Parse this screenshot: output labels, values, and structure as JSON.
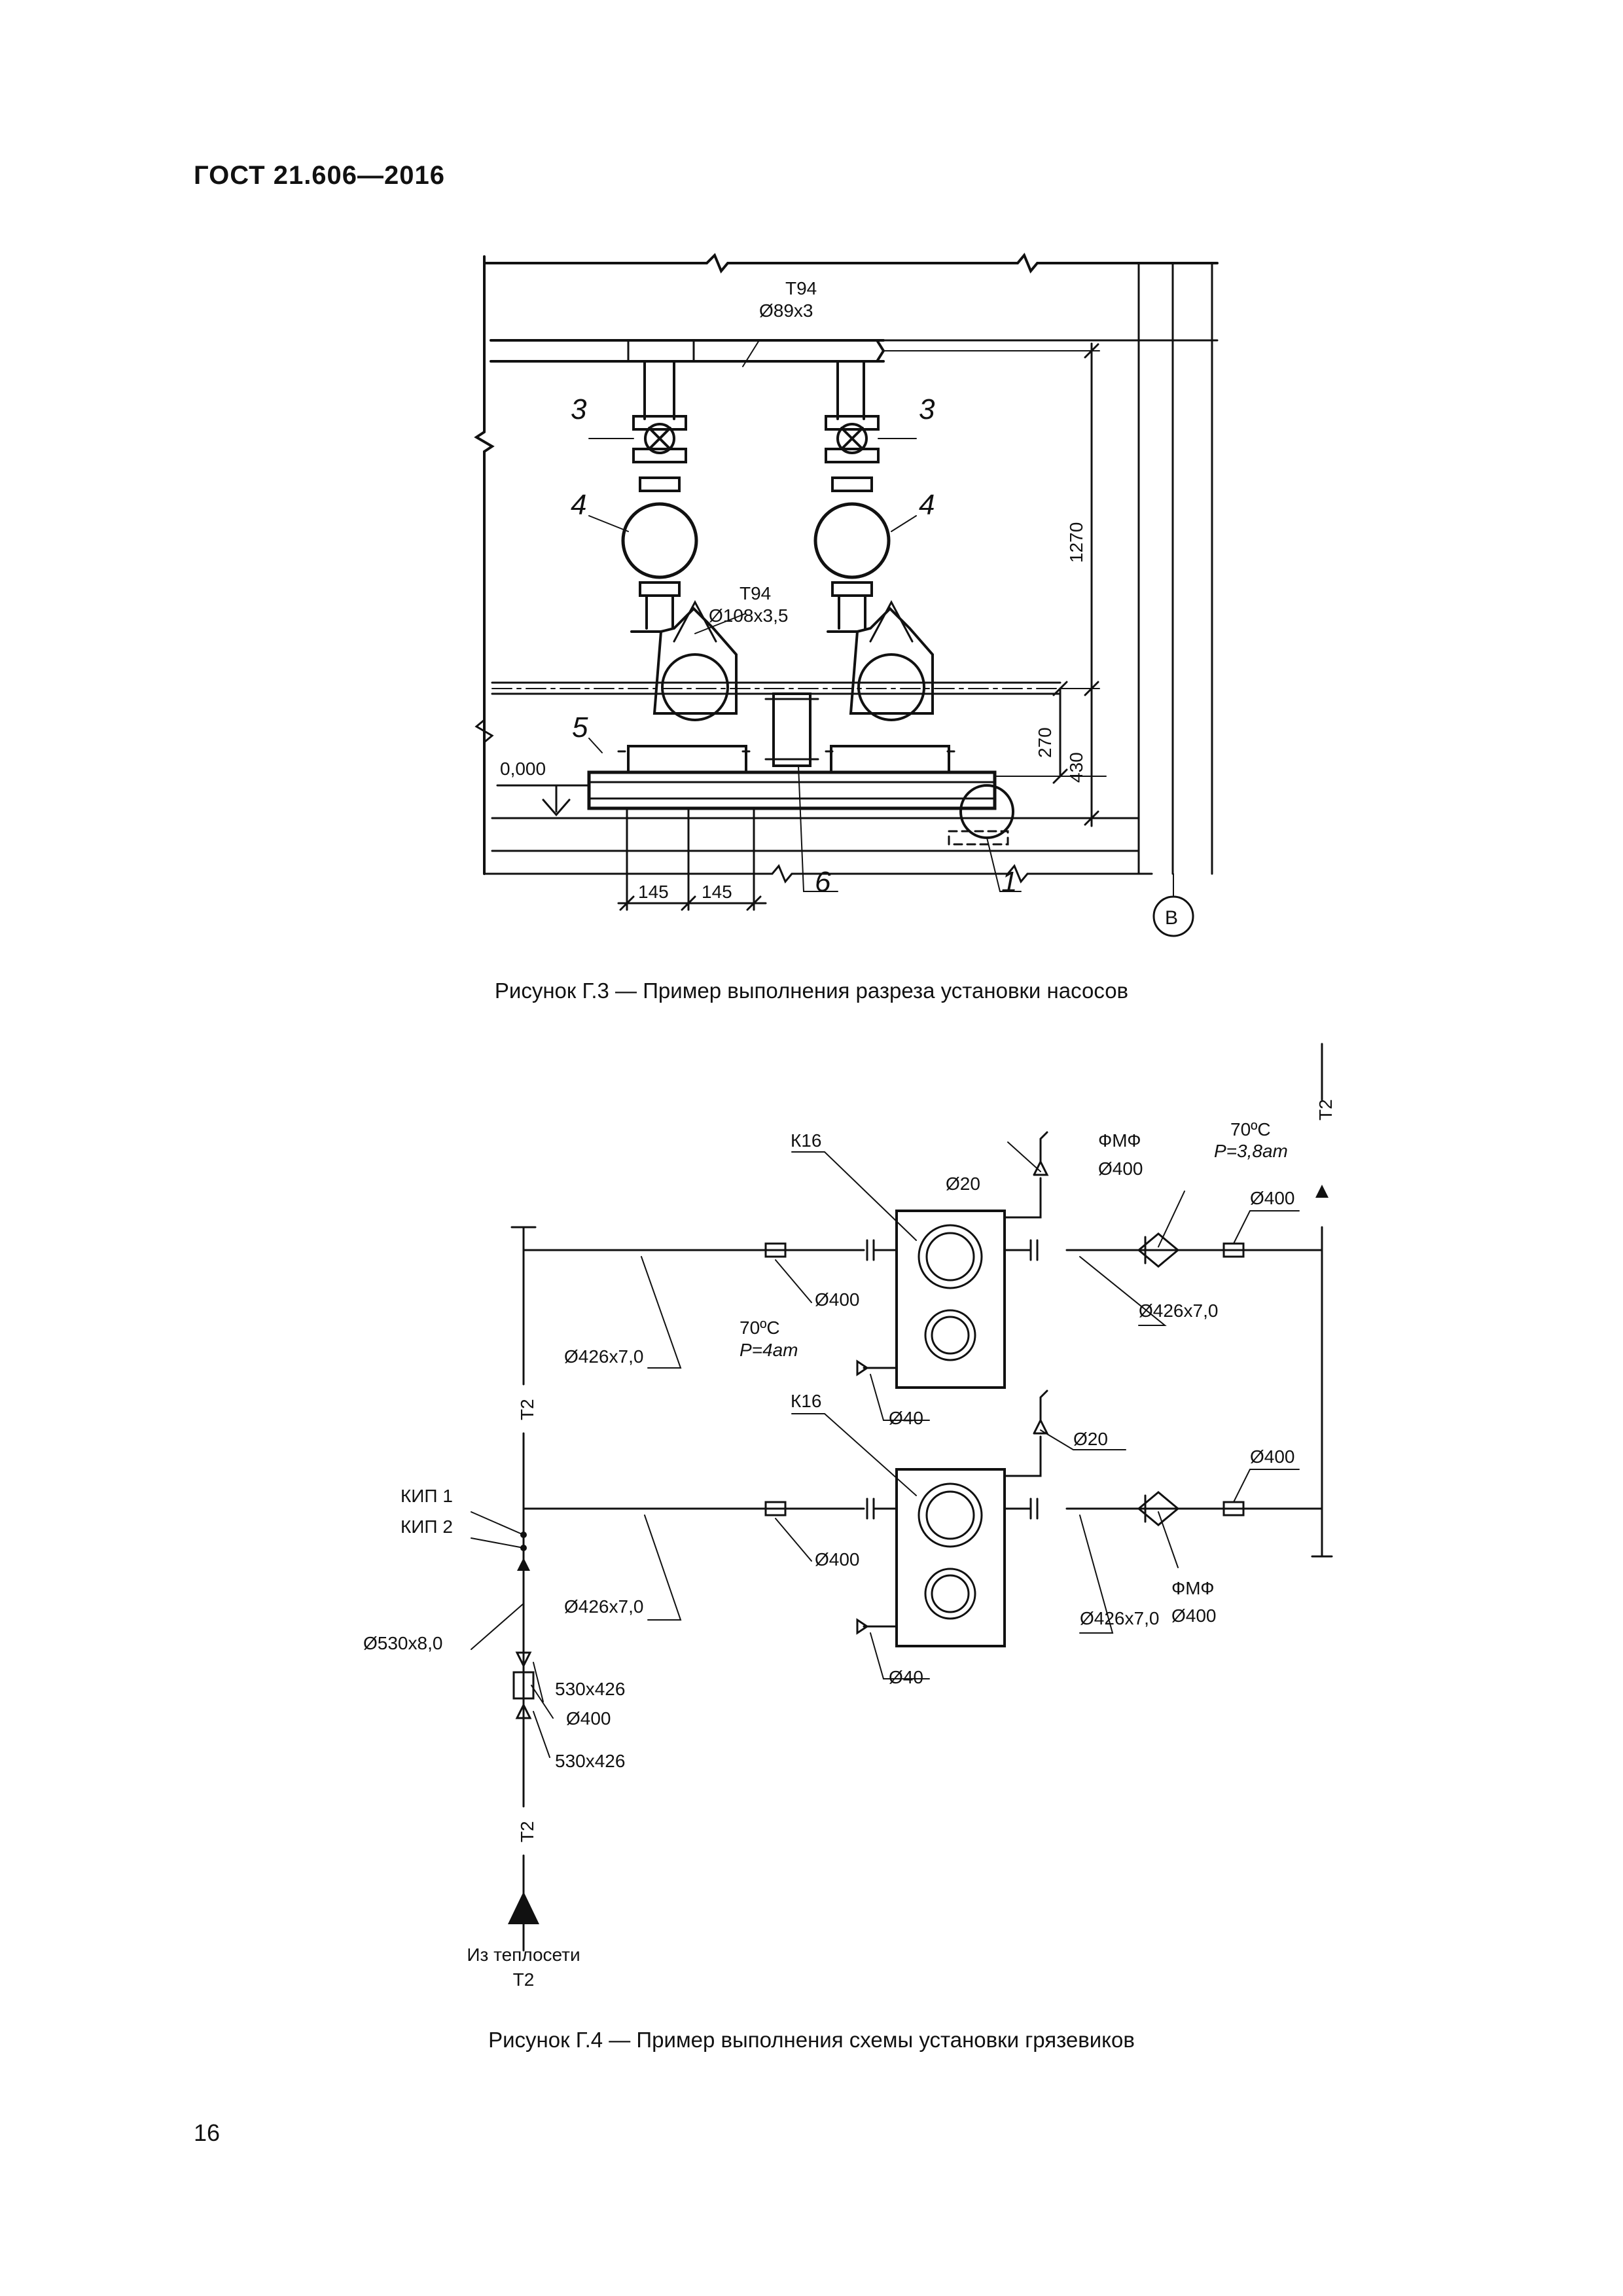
{
  "header": {
    "standard": "ГОСТ  21.606—2016"
  },
  "fig3": {
    "caption": "Рисунок Г.3 — Пример выполнения разреза установки насосов",
    "pipe_top_code": "Т94",
    "pipe_top_size": "Ø89х3",
    "pipe_mid_code": "Т94",
    "pipe_mid_size": "Ø108х3,5",
    "dim_1270": "1270",
    "dim_270": "270",
    "dim_430": "430",
    "dim_145_a": "145",
    "dim_145_b": "145",
    "level": "0,000",
    "axis": "В",
    "pos_1": "1",
    "pos_3_left": "3",
    "pos_3_right": "3",
    "pos_4_left": "4",
    "pos_4_right": "4",
    "pos_5": "5",
    "pos_6": "6"
  },
  "fig4": {
    "caption": "Рисунок Г.4 — Пример выполнения схемы установки грязевиков",
    "t2_right": "Т2",
    "t2_left_top": "Т2",
    "t2_left_bottom": "Т2",
    "k16_top": "К16",
    "k16_bottom": "К16",
    "d20_top": "Ø20",
    "d20_bottom": "Ø20",
    "fmf_top": "ФМФ",
    "fmf_top_d": "Ø400",
    "fmf_bottom": "ФМФ",
    "fmf_bottom_d": "Ø400",
    "temp_right": "70ºС",
    "pressure_right": "Р=3,8ат",
    "temp_left": "70ºС",
    "pressure_left": "Р=4ат",
    "d400_right_top": "Ø400",
    "d400_right_bottom": "Ø400",
    "d400_top_valve": "Ø400",
    "d400_bottom_valve": "Ø400",
    "d426_left_top": "Ø426х7,0",
    "d426_right_top": "Ø426х7,0",
    "d426_left_bottom": "Ø426х7,0",
    "d426_right_bottom": "Ø426х7,0",
    "d40_top": "Ø40",
    "d40_bottom": "Ø40",
    "kip1": "КИП 1",
    "kip2": "КИП 2",
    "d530": "Ø530х8,0",
    "reducer_top": "530х426",
    "reducer_bottom": "530х426",
    "d400_main": "Ø400",
    "source_line1": "Из теплосети",
    "source_line2": "Т2"
  },
  "page_number": "16"
}
